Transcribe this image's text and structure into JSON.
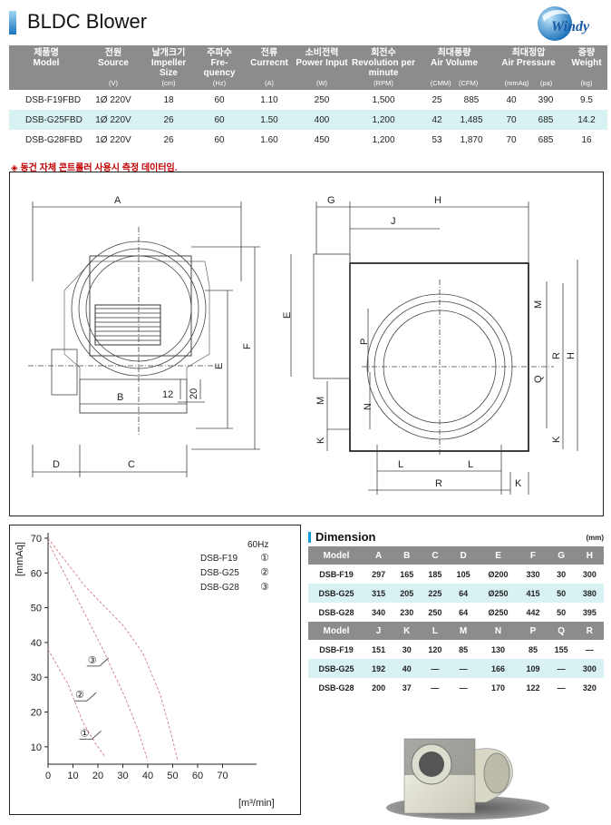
{
  "header": {
    "title": "BLDC Blower",
    "logo_text": "Windy"
  },
  "spec_table": {
    "columns": [
      {
        "ko": "제품명",
        "en": "Model",
        "unit": ""
      },
      {
        "ko": "전원",
        "en": "Source",
        "unit": "(V)"
      },
      {
        "ko": "날개크기",
        "en": "Impeller Size",
        "unit": "(cm)"
      },
      {
        "ko": "주파수",
        "en": "Fre- quency",
        "unit": "(Hz)"
      },
      {
        "ko": "전류",
        "en": "Currecnt",
        "unit": "(A)"
      },
      {
        "ko": "소비전력",
        "en": "Power Input",
        "unit": "(W)"
      },
      {
        "ko": "회전수",
        "en": "Revolution per minute",
        "unit": "(RPM)"
      },
      {
        "ko": "최대풍량",
        "en": "Air Volume",
        "unit": "(CMM)    (CFM)"
      },
      {
        "ko": "최대정압",
        "en": "Air Pressure",
        "unit": "(mmAq)      (pa)"
      },
      {
        "ko": "중량",
        "en": "Weight",
        "unit": "(kg)"
      }
    ],
    "rows": [
      [
        "DSB-F19FBD",
        "1Ø 220V",
        "18",
        "60",
        "1.10",
        "250",
        "1,500",
        "25",
        "885",
        "40",
        "390",
        "9.5"
      ],
      [
        "DSB-G25FBD",
        "1Ø 220V",
        "26",
        "60",
        "1.50",
        "400",
        "1,200",
        "42",
        "1,485",
        "70",
        "685",
        "14.2"
      ],
      [
        "DSB-G28FBD",
        "1Ø 220V",
        "26",
        "60",
        "1.60",
        "450",
        "1,200",
        "53",
        "1,870",
        "70",
        "685",
        "16"
      ]
    ]
  },
  "note": "◈ 동건 자체 콘트롤러 사용시 측정 데이터임.",
  "drawing": {
    "front_labels": {
      "A": "A",
      "B": "B",
      "C": "C",
      "D": "D",
      "E": "E",
      "F": "F",
      "n12": "12",
      "n20": "20"
    },
    "side_labels": {
      "G": "G",
      "H": "H",
      "J": "J",
      "E": "E",
      "P": "P",
      "M": "M",
      "N": "N",
      "K": "K",
      "L": "L",
      "R": "R",
      "Q": "Q"
    }
  },
  "chart_data": {
    "type": "line",
    "title": "",
    "frequency_label": "60Hz",
    "xlabel": "[m³/min]",
    "ylabel": "[mmAq]",
    "xlim": [
      0,
      80
    ],
    "ylim": [
      5,
      70
    ],
    "xticks": [
      0,
      10,
      20,
      30,
      40,
      50,
      60,
      70
    ],
    "yticks": [
      10,
      20,
      30,
      40,
      50,
      60,
      70
    ],
    "series": [
      {
        "name": "DSB-F19",
        "marker": "①",
        "x": [
          0,
          8,
          14,
          19,
          23
        ],
        "y": [
          38,
          28,
          17,
          11,
          7
        ]
      },
      {
        "name": "DSB-G25",
        "marker": "②",
        "x": [
          0,
          10,
          22,
          31,
          36,
          40
        ],
        "y": [
          69,
          55,
          38,
          24,
          15,
          6
        ]
      },
      {
        "name": "DSB-G28",
        "marker": "③",
        "x": [
          0,
          15,
          30,
          38,
          45,
          50,
          52
        ],
        "y": [
          70,
          56,
          45,
          37,
          25,
          12,
          6
        ]
      }
    ]
  },
  "dimension": {
    "title": "Dimension",
    "unit": "(mm)",
    "header1": [
      "Model",
      "A",
      "B",
      "C",
      "D",
      "E",
      "F",
      "G",
      "H"
    ],
    "rows1": [
      [
        "DSB-F19",
        "297",
        "165",
        "185",
        "105",
        "Ø200",
        "330",
        "30",
        "300"
      ],
      [
        "DSB-G25",
        "315",
        "205",
        "225",
        "64",
        "Ø250",
        "415",
        "50",
        "380"
      ],
      [
        "DSB-G28",
        "340",
        "230",
        "250",
        "64",
        "Ø250",
        "442",
        "50",
        "395"
      ]
    ],
    "header2": [
      "Model",
      "J",
      "K",
      "L",
      "M",
      "N",
      "P",
      "Q",
      "R"
    ],
    "rows2": [
      [
        "DSB-F19",
        "151",
        "30",
        "120",
        "85",
        "130",
        "85",
        "155",
        "—"
      ],
      [
        "DSB-G25",
        "192",
        "40",
        "—",
        "—",
        "166",
        "109",
        "—",
        "300"
      ],
      [
        "DSB-G28",
        "200",
        "37",
        "—",
        "—",
        "170",
        "122",
        "—",
        "320"
      ]
    ]
  }
}
